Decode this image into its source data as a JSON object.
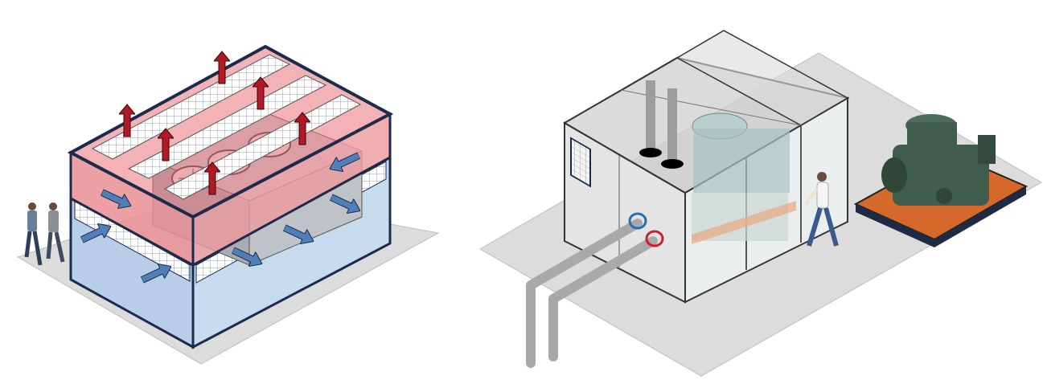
{
  "scenes": [
    {
      "id": "outdoor-air-chamber",
      "elements": [
        "floor",
        "chamber-box",
        "red-top-zone",
        "blue-bottom-zone",
        "air-handling-unit",
        "fans",
        "intake-grilles",
        "supply-ducts",
        "exhaust-arrows",
        "intake-arrows",
        "people"
      ]
    },
    {
      "id": "indoor-test-room",
      "elements": [
        "floor",
        "test-room",
        "window-vent",
        "roof-exhaust-pipes",
        "pipe-connections",
        "external-piping",
        "chiller-inside",
        "technician",
        "compressor-on-pad"
      ]
    }
  ],
  "colors": {
    "hot_zone": "#e7737a",
    "cold_zone": "#a7c8e6",
    "frame": "#1c2b4d",
    "floor": "#dcdcdc",
    "arrow_red": "#b01a24",
    "arrow_blue": "#4f7fb8",
    "pad": "#d5692b",
    "machine_green": "#3f5c4d",
    "pipe": "#a9a9a9",
    "pipe_red": "#cc1f2a",
    "pipe_blue": "#2b6cb0"
  },
  "icons": [
    "up-arrow-icon",
    "right-arrow-icon",
    "fan-icon",
    "person-icon",
    "compressor-icon"
  ]
}
